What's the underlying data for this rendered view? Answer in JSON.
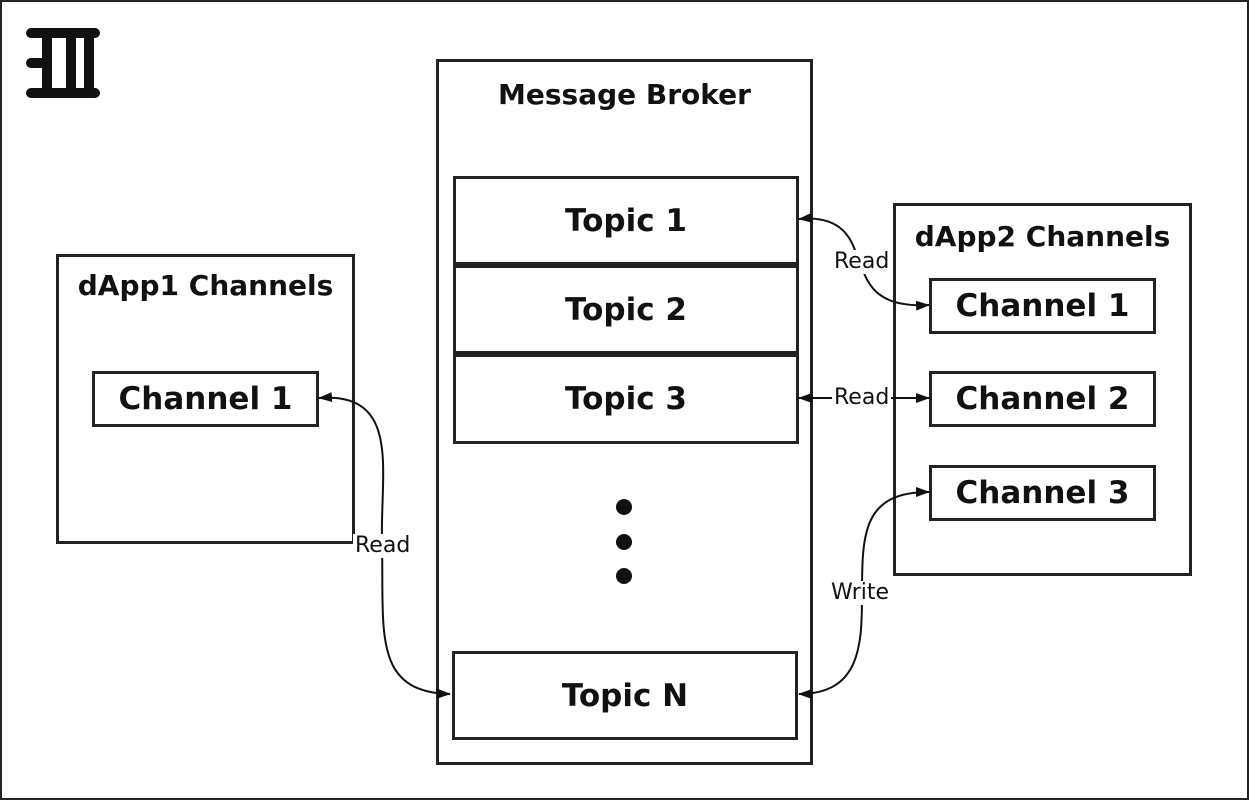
{
  "broker": {
    "title": "Message Broker",
    "topics": [
      "Topic 1",
      "Topic 2",
      "Topic 3",
      "Topic N"
    ]
  },
  "dapp1": {
    "title": "dApp1 Channels",
    "channels": [
      "Channel 1"
    ]
  },
  "dapp2": {
    "title": "dApp2 Channels",
    "channels": [
      "Channel 1",
      "Channel 2",
      "Channel 3"
    ]
  },
  "edges": {
    "dapp1_ch1_topicN": "Read",
    "topic1_dapp2_ch1": "Read",
    "topic3_dapp2_ch2": "Read",
    "topicN_dapp2_ch3": "Write"
  },
  "logo": {
    "icon": "three-bar-logo-icon"
  }
}
